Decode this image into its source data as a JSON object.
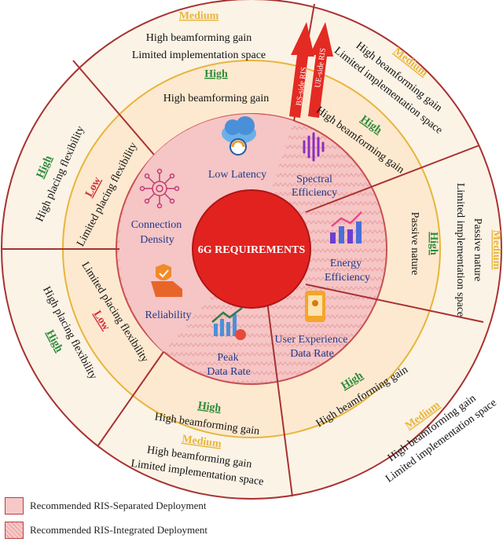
{
  "center": {
    "label": "6G REQUIREMENTS"
  },
  "arrow_labels": {
    "bs_side": "BS-side RIS",
    "ue_side": "UE-side RIS"
  },
  "levels": {
    "high": "High",
    "medium": "Medium",
    "low": "Low"
  },
  "colors": {
    "high": "#2e8b3a",
    "medium": "#e8b53a",
    "low": "#d0303a",
    "center": "#e2221f",
    "ring_outer": "#fbf3e6",
    "ring_mid": "#fde9d0",
    "ring_inner": "#f6c5c5",
    "divider": "#a83232"
  },
  "requirements": {
    "low_latency": "Low Latency",
    "spectral_efficiency_1": "Spectral",
    "spectral_efficiency_2": "Efficiency",
    "energy_efficiency_1": "Energy",
    "energy_efficiency_2": "Efficiency",
    "user_experience_1": "User Experience",
    "user_experience_2": "Data Rate",
    "peak_data_rate_1": "Peak",
    "peak_data_rate_2": "Data Rate",
    "reliability": "Reliability",
    "connection_density_1": "Connection",
    "connection_density_2": "Density"
  },
  "descriptions": {
    "high_bf_gain": "High beamforming gain",
    "limited_impl": "Limited implementation space",
    "high_place": "High placing flexibility",
    "limited_place": "Limited placing flexibility",
    "passive_nature": "Passive nature"
  },
  "legend": {
    "separated": "Recommended RIS-Separated Deployment",
    "integrated": "Recommended RIS-Integrated Deployment"
  }
}
